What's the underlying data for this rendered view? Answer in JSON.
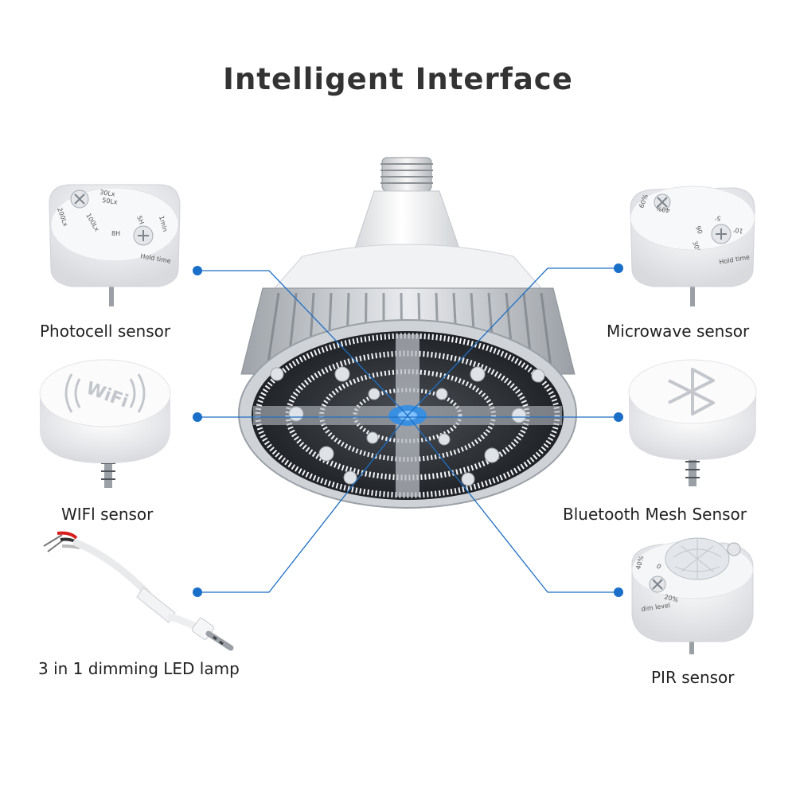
{
  "title": "Intelligent Interface",
  "colors": {
    "connector": "#1e6fc4",
    "dot": "#1a6fc9",
    "housing": "#f2f3f5"
  },
  "sensors": {
    "photocell": {
      "label": "Photocell sensor",
      "dial_marks": [
        "30Lx",
        "50Lx",
        "100Lx",
        "200Lx"
      ],
      "hold_marks": [
        "8H",
        "5H",
        "1min"
      ],
      "hold_label": "Hold time"
    },
    "microwave": {
      "label": "Microwave sensor",
      "dial_marks": [
        "40%",
        "60%",
        "10'",
        "5'",
        "30'",
        "90"
      ],
      "hold_label": "Hold time"
    },
    "wifi": {
      "label": "WIFl sensor",
      "logo_text": "WiFi"
    },
    "bluetooth": {
      "label": "Bluetooth Mesh Sensor"
    },
    "dimming": {
      "label": "3 in 1 dimming LED lamp"
    },
    "pir": {
      "label": "PIR sensor",
      "dial_marks": [
        "40%",
        "20%",
        "0"
      ],
      "dim_label": "dim level"
    }
  }
}
